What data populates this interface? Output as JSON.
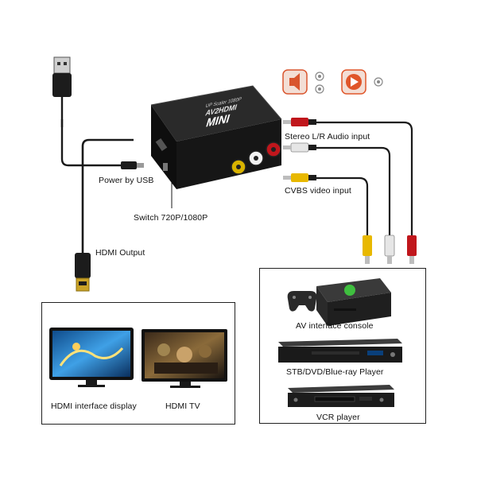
{
  "labels": {
    "stereo_audio_input": "Stereo L/R Audio input",
    "cvbs_video_input": "CVBS video input",
    "power_by_usb": "Power by USB",
    "switch_resolution": "Switch 720P/1080P",
    "hdmi_output": "HDMI Output",
    "av_interface_console": "AV interface console",
    "stb_dvd_bluray_player": "STB/DVD/Blue-ray Player",
    "vcr_player": "VCR player",
    "hdmi_interface_display": "HDMI interface display",
    "hdmi_tv": "HDMI TV"
  },
  "device": {
    "top_text": "MINI",
    "top_text_2": "AV2HDMI",
    "top_text_3": "UP Scaler 1080P"
  },
  "colors": {
    "cable_black": "#1a1a1a",
    "rca_yellow": "#e8b800",
    "rca_white": "#e6e6e6",
    "rca_red": "#c0161c",
    "converter_body": "#1c1c1c",
    "audio_icon": "#d9552e",
    "video_icon": "#e0562a"
  },
  "icons": [
    "speaker-icon",
    "play-icon"
  ]
}
